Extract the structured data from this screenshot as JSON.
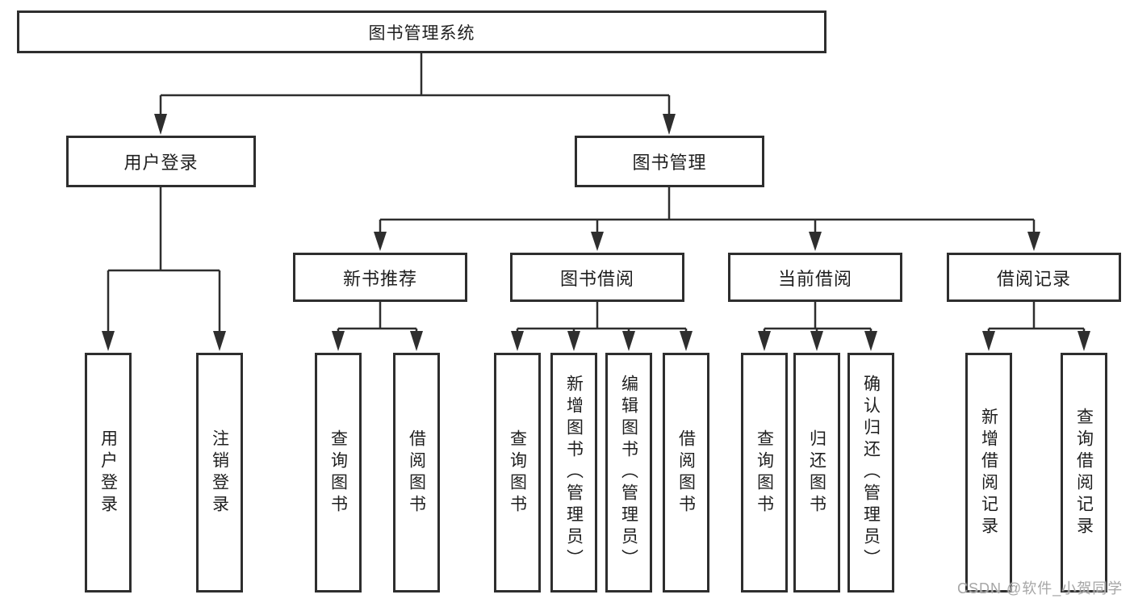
{
  "root": {
    "label": "图书管理系统"
  },
  "level2": {
    "user_login": {
      "label": "用户登录"
    },
    "book_mgmt": {
      "label": "图书管理"
    }
  },
  "level3": {
    "new_book_rec": {
      "label": "新书推荐"
    },
    "book_borrow": {
      "label": "图书借阅"
    },
    "current_borrow": {
      "label": "当前借阅"
    },
    "borrow_records": {
      "label": "借阅记录"
    }
  },
  "leaves": {
    "user_login": [
      "用户登录",
      "注销登录"
    ],
    "new_book_rec": [
      "查询图书",
      "借阅图书"
    ],
    "book_borrow": [
      "查询图书",
      "新增图书（管理员）",
      "编辑图书（管理员）",
      "借阅图书"
    ],
    "current_borrow": [
      "查询图书",
      "归还图书",
      "确认归还（管理员）"
    ],
    "borrow_records": [
      "新增借阅记录",
      "查询借阅记录"
    ]
  },
  "watermark": {
    "text": "CSDN @软件_小贺同学"
  },
  "colors": {
    "line": "#2e2e2e",
    "text": "#1f1f1f",
    "watermark": "#a6a6a6",
    "background": "#ffffff"
  }
}
